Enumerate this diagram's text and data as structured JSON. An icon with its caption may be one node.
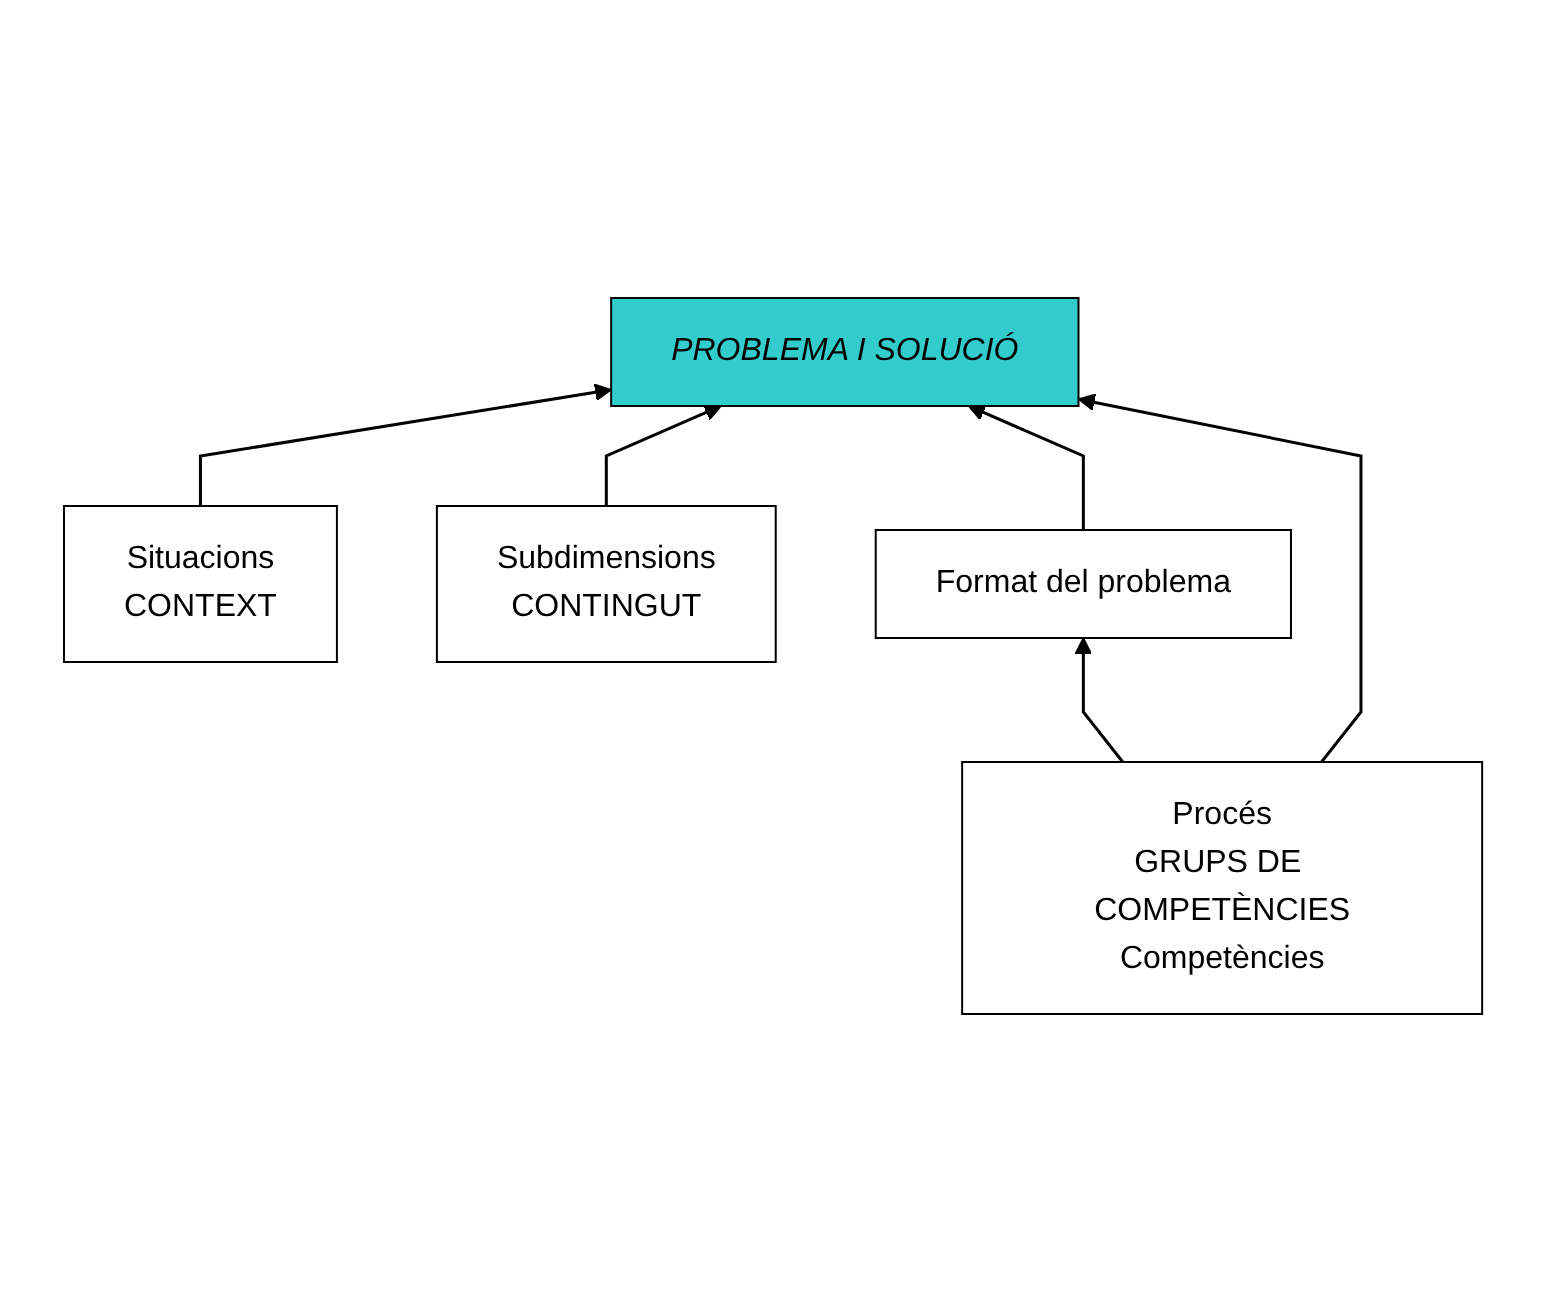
{
  "diagram": {
    "nodes": [
      {
        "text": [
          "Situacions",
          "CONTEXT"
        ]
      },
      {
        "text": [
          "Subdimensions",
          "CONTINGUT"
        ]
      },
      {
        "text": [
          "PROBLEMA I SOLUCIÓ"
        ]
      },
      {
        "text": [
          "Format del problema"
        ]
      },
      {
        "text": [
          "Procés",
          "GRUPS DE COMPETÈNCIES",
          "Competències"
        ]
      }
    ],
    "edges": [
      {
        "from": 0,
        "to": 2,
        "arrow": "to"
      },
      {
        "from": 1,
        "to": 2,
        "arrow": "to"
      },
      {
        "from": 3,
        "to": 2,
        "arrow": "to"
      },
      {
        "from": 4,
        "to": 3,
        "arrow": "to"
      },
      {
        "from": 4,
        "to": 2,
        "arrow": "to"
      }
    ]
  }
}
